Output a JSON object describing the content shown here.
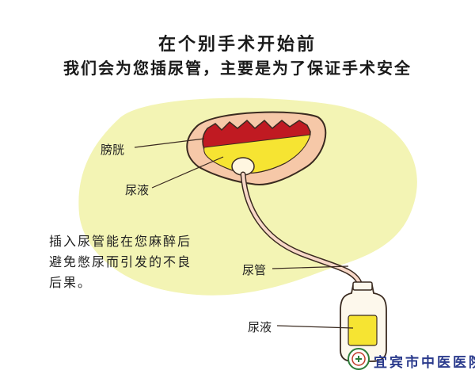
{
  "title_line1": "在个别手术开始前",
  "title_line2": "我们会为您插尿管，主要是为了保证手术安全",
  "labels": {
    "bladder": "膀胱",
    "urine_in_bladder": "尿液",
    "catheter": "尿管",
    "urine_in_bag": "尿液"
  },
  "note_lines": [
    "插入尿管能在您麻醉后",
    "避免憋尿而引发的不良",
    "后果。"
  ],
  "logo": {
    "name": "宜宾市中医医院",
    "icon": "hospital-emblem-icon"
  },
  "colors": {
    "background_blob": "#f3f4b4",
    "bladder_wall": "#f6c8a8",
    "bladder_inner": "#c01a22",
    "urine": "#f6e432",
    "catheter": "#f8d8c8",
    "logo_text": "#2a3a8c"
  }
}
